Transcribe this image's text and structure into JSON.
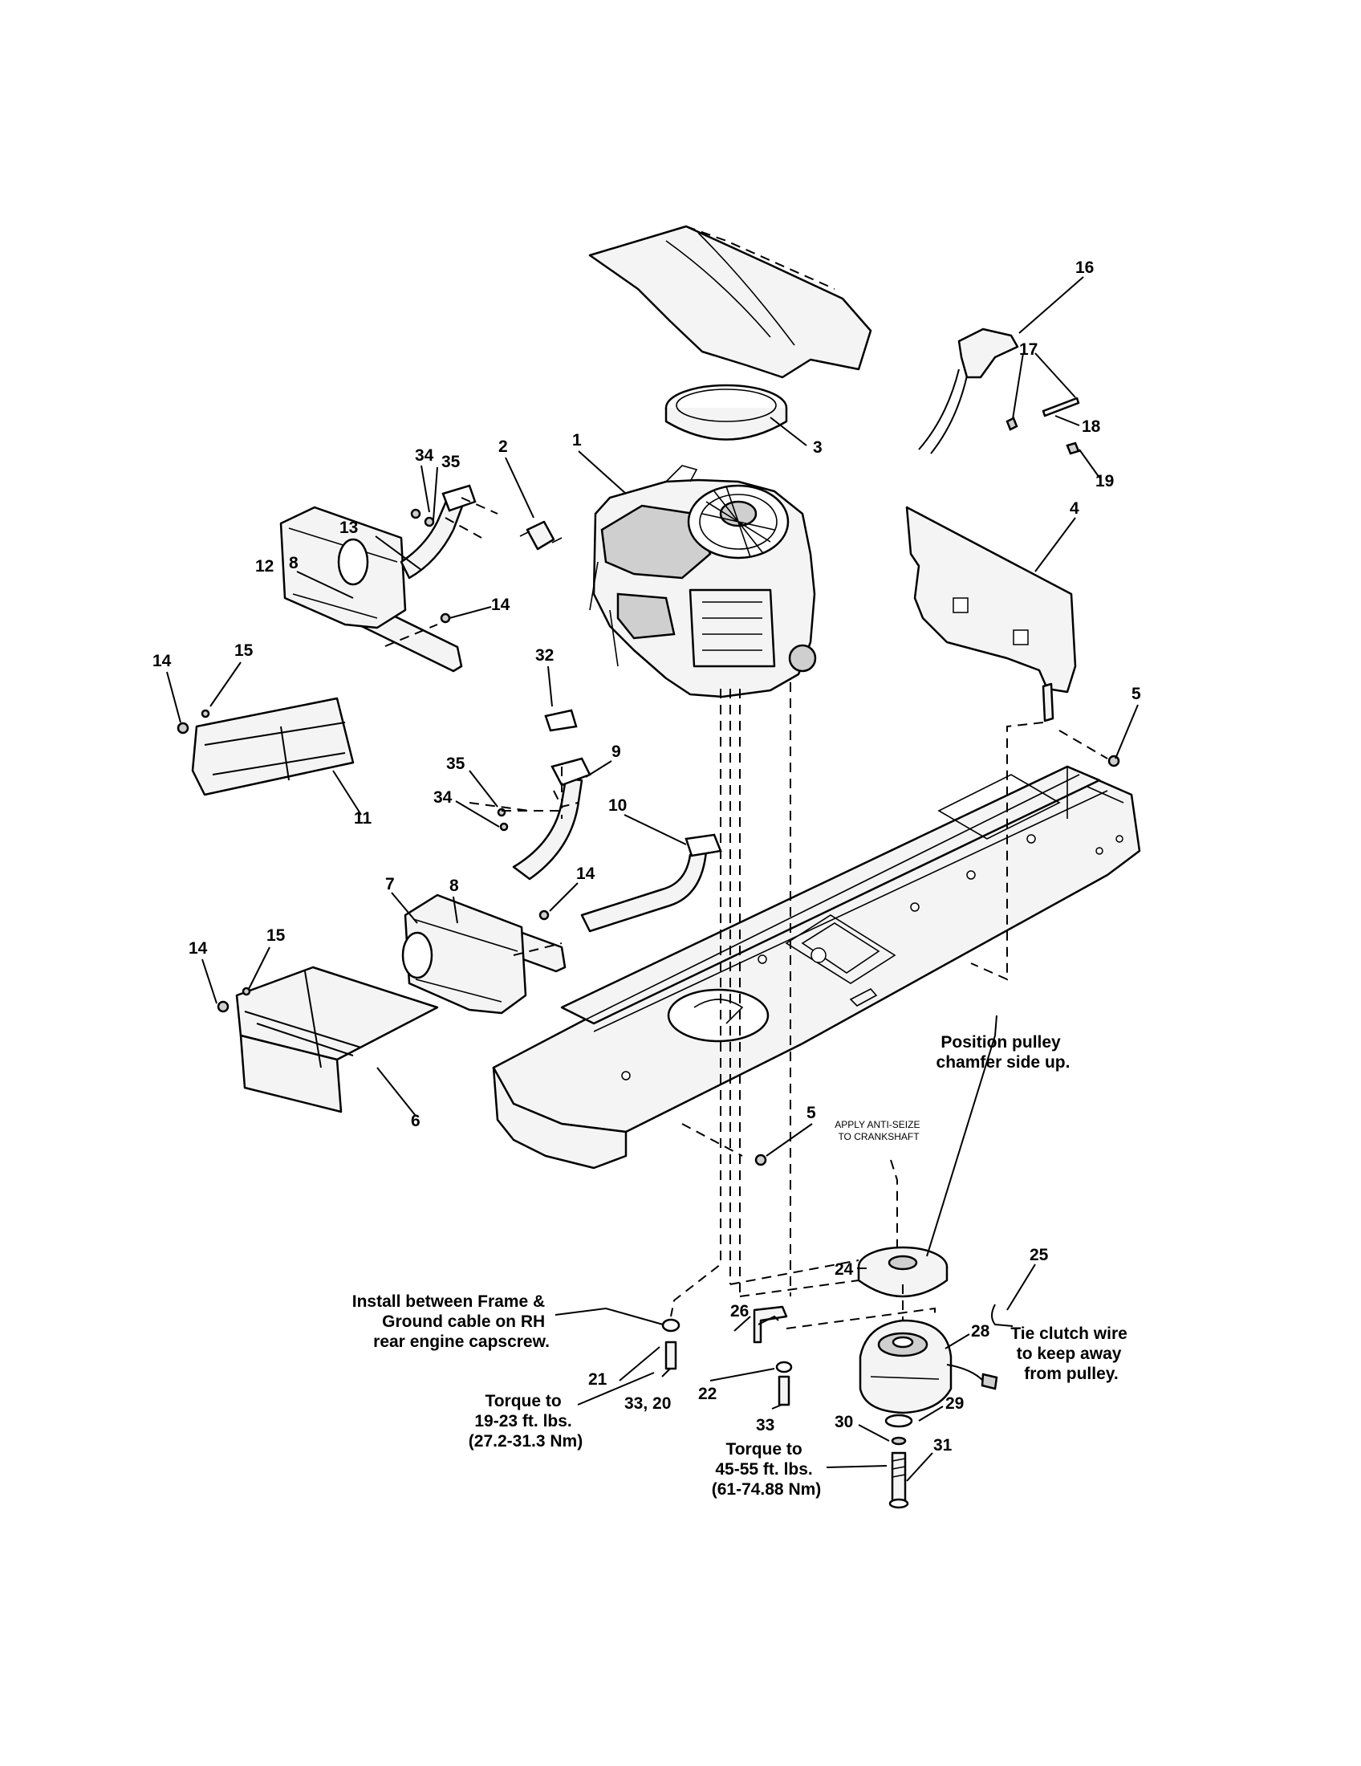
{
  "callouts": {
    "c1": "1",
    "c2": "2",
    "c3": "3",
    "c4": "4",
    "c5a": "5",
    "c5b": "5",
    "c6": "6",
    "c7": "7",
    "c8a": "8",
    "c8b": "8",
    "c9": "9",
    "c10": "10",
    "c11": "11",
    "c12": "12",
    "c13": "13",
    "c14a": "14",
    "c14b": "14",
    "c14c": "14",
    "c14d": "14",
    "c15a": "15",
    "c15b": "15",
    "c16": "16",
    "c17": "17",
    "c18": "18",
    "c19": "19",
    "c21": "21",
    "c22": "22",
    "c24": "24",
    "c25": "25",
    "c26": "26",
    "c28": "28",
    "c29": "29",
    "c30": "30",
    "c31": "31",
    "c32": "32",
    "c33a": "33, 20",
    "c33b": "33",
    "c34a": "34",
    "c34b": "34",
    "c35a": "35",
    "c35b": "35"
  },
  "notes": {
    "pulley_chamfer": [
      "Position pulley",
      "chamfer side up."
    ],
    "anti_seize": [
      "APPLY ANTI-SEIZE",
      "TO CRANKSHAFT"
    ],
    "install_between": [
      "Install between Frame &",
      "Ground cable on RH",
      "rear engine capscrew."
    ],
    "torque_capscrew": [
      "Torque to",
      "19-23 ft. lbs.",
      "(27.2-31.3 Nm)"
    ],
    "torque_clutch": [
      "Torque to",
      "45-55 ft. lbs.",
      "(61-74.88 Nm)"
    ],
    "tie_clutch_wire": [
      "Tie clutch wire",
      "to keep away",
      "from pulley."
    ]
  }
}
